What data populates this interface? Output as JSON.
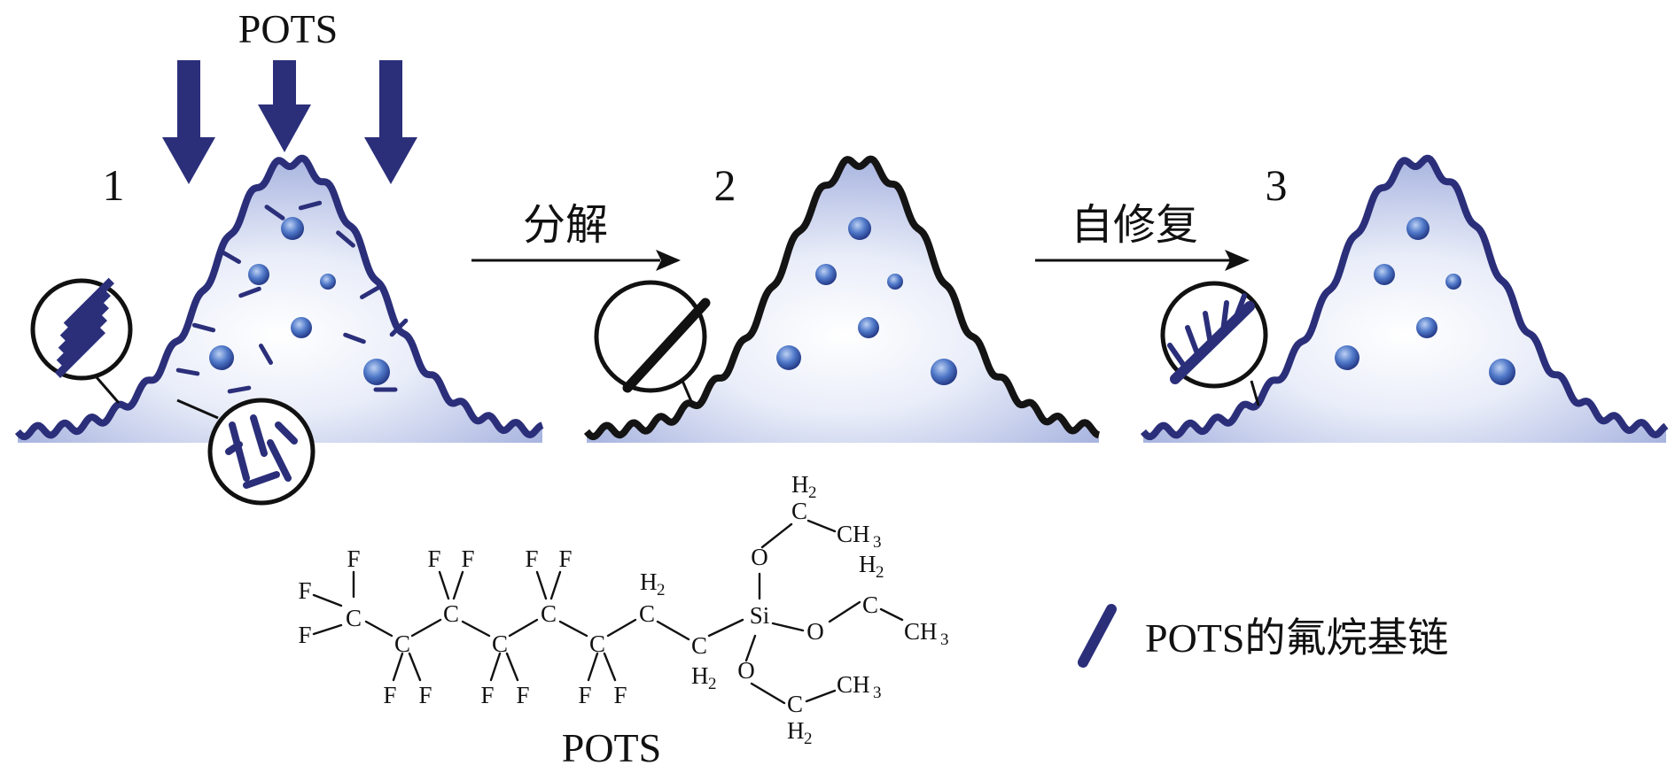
{
  "top_label": "POTS",
  "steps": [
    {
      "number": "1"
    },
    {
      "number": "2"
    },
    {
      "number": "3"
    }
  ],
  "arrows": [
    {
      "label": "分解"
    },
    {
      "label": "自修复"
    }
  ],
  "molecule": {
    "name": "POTS",
    "atoms": {
      "F": "F",
      "C": "C",
      "H": "H",
      "Si": "Si",
      "O": "O",
      "CH": "CH",
      "two": "2",
      "three": "3"
    }
  },
  "legend": {
    "label": "POTS的氟烷基链",
    "swatch_color": "#2b2f7a"
  },
  "colors": {
    "coating": "#2b2f7a",
    "degraded_coating": "#141414",
    "body_fill": "#c9d1ec",
    "particle": "#3f66b8"
  }
}
